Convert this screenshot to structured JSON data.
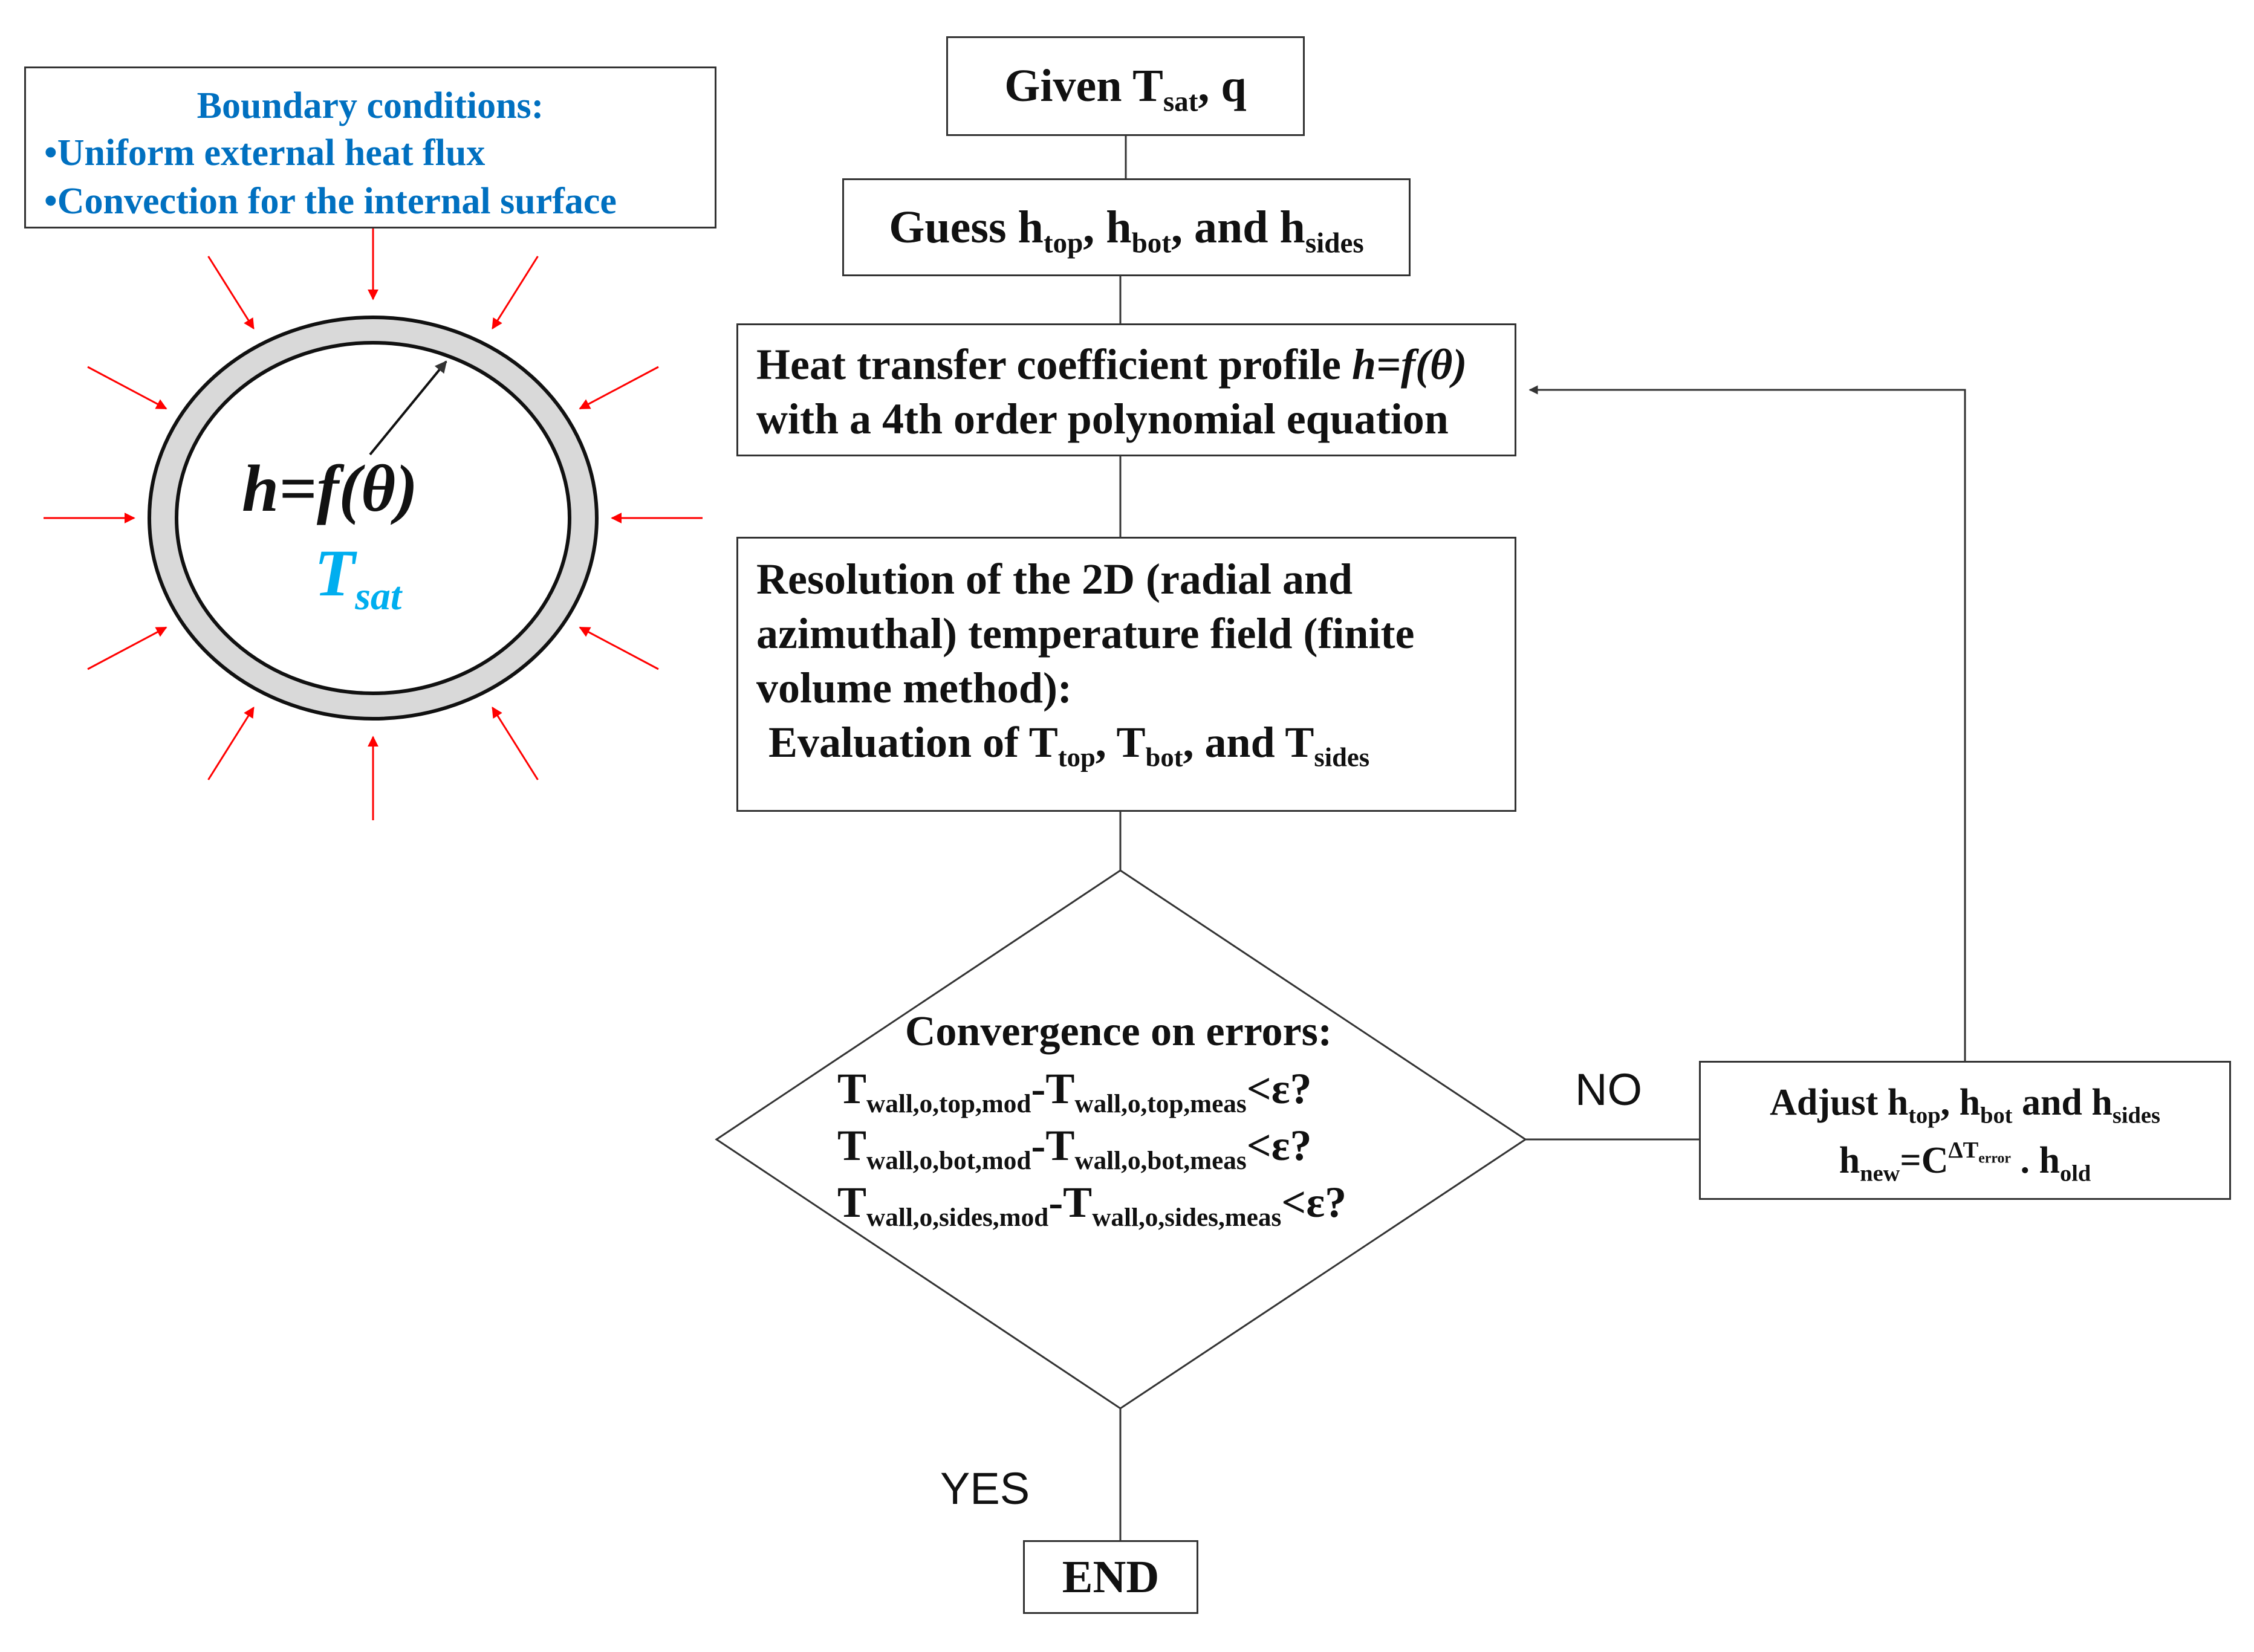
{
  "colors": {
    "boundary_text": "#0070C0",
    "tsat_label": "#00AEEF",
    "flux_arrows": "#FF0000",
    "pipe_wall": "#D9D9D9",
    "lines": "#333333"
  },
  "boundary_conditions": {
    "title": "Boundary conditions:",
    "items": [
      "•Uniform external heat flux",
      "•Convection for the internal surface"
    ]
  },
  "pipe": {
    "h_label": "h=f(θ)",
    "t_symbol": "T",
    "t_subscript": "sat"
  },
  "flow": {
    "given": {
      "text": "Given T",
      "sub": "sat",
      "rest": ", q"
    },
    "guess": {
      "prefix": "Guess h",
      "sub1": "top",
      "mid1": ", h",
      "sub2": "bot",
      "mid2": ", and h",
      "sub3": "sides"
    },
    "htc": {
      "line1_a": "Heat transfer coefficient profile ",
      "line1_b": "h=f(θ)",
      "line2": "with a 4th order polynomial equation"
    },
    "resolution": {
      "line1": "Resolution of the 2D (radial and",
      "line2": "azimuthal) temperature field (finite",
      "line3": "volume method):",
      "eval_prefix": "Evaluation of T",
      "eval_sub1": "top",
      "eval_mid1": ", T",
      "eval_sub2": "bot",
      "eval_mid2": ", and T",
      "eval_sub3": "sides"
    },
    "convergence": {
      "title": "Convergence on errors:",
      "lines": [
        {
          "sub_mod": "wall,o,top,mod",
          "sub_meas": "wall,o,top,meas",
          "tail": "<ε?"
        },
        {
          "sub_mod": "wall,o,bot,mod",
          "sub_meas": "wall,o,bot,meas",
          "tail": "<ε?"
        },
        {
          "sub_mod": "wall,o,sides,mod",
          "sub_meas": "wall,o,sides,meas",
          "tail": "<ε?"
        }
      ]
    },
    "adjust": {
      "prefix": "Adjust h",
      "sub1": "top",
      "mid1": ", h",
      "sub2": "bot",
      "mid2": " and h",
      "sub3": "sides",
      "formula_h": "h",
      "formula_new": "new",
      "formula_eq": "=C",
      "formula_sup": "ΔT",
      "formula_sup_sub": "error",
      "formula_dot": " . h",
      "formula_old": "old"
    },
    "end": "END",
    "no_label": "NO",
    "yes_label": "YES"
  }
}
